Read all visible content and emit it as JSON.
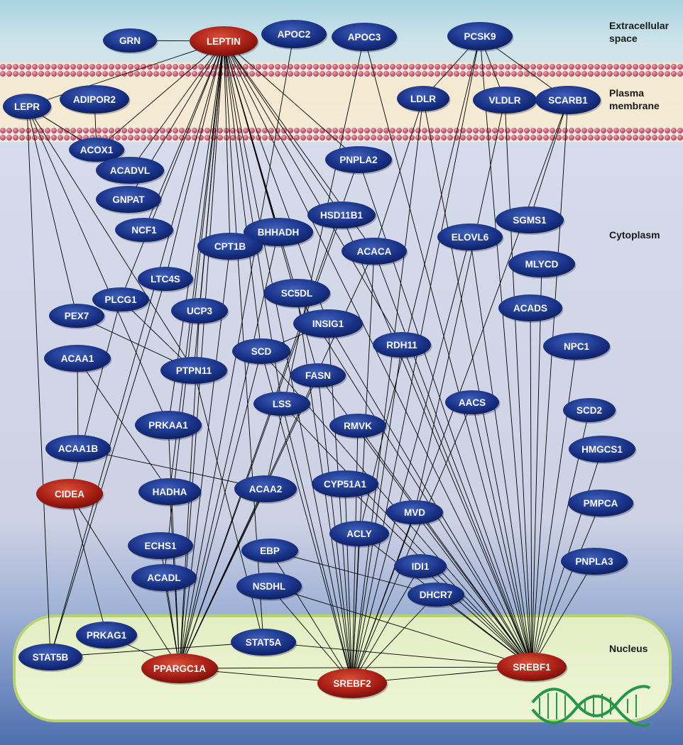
{
  "compartments": {
    "extracellular": [
      "Extracellular",
      "space"
    ],
    "plasma_membrane": [
      "Plasma",
      "membrane"
    ],
    "cytoplasm": [
      "Cytoplasm"
    ],
    "nucleus": [
      "Nucleus"
    ]
  },
  "colors": {
    "blue_node": "#16307f",
    "red_node": "#a01c14",
    "edge": "#000000",
    "membrane_head": "#c0506e",
    "nucleus_fill": "#e6f0c6",
    "nucleus_border": "#b2cf6a",
    "dna": "#239647"
  },
  "nodes": [
    {
      "id": "GRN",
      "label": "GRN",
      "type": "blue"
    },
    {
      "id": "LEPTIN",
      "label": "LEPTIN",
      "type": "red"
    },
    {
      "id": "APOC2",
      "label": "APOC2",
      "type": "blue"
    },
    {
      "id": "APOC3",
      "label": "APOC3",
      "type": "blue"
    },
    {
      "id": "PCSK9",
      "label": "PCSK9",
      "type": "blue"
    },
    {
      "id": "LEPR",
      "label": "LEPR",
      "type": "blue"
    },
    {
      "id": "ADIPOR2",
      "label": "ADIPOR2",
      "type": "blue"
    },
    {
      "id": "LDLR",
      "label": "LDLR",
      "type": "blue"
    },
    {
      "id": "VLDLR",
      "label": "VLDLR",
      "type": "blue"
    },
    {
      "id": "SCARB1",
      "label": "SCARB1",
      "type": "blue"
    },
    {
      "id": "ACOX1",
      "label": "ACOX1",
      "type": "blue"
    },
    {
      "id": "ACADVL",
      "label": "ACADVL",
      "type": "blue"
    },
    {
      "id": "PNPLA2",
      "label": "PNPLA2",
      "type": "blue"
    },
    {
      "id": "GNPAT",
      "label": "GNPAT",
      "type": "blue"
    },
    {
      "id": "HSD11B1",
      "label": "HSD11B1",
      "type": "blue"
    },
    {
      "id": "SGMS1",
      "label": "SGMS1",
      "type": "blue"
    },
    {
      "id": "NCF1",
      "label": "NCF1",
      "type": "blue"
    },
    {
      "id": "BHHADH",
      "label": "BHHADH",
      "type": "blue"
    },
    {
      "id": "ELOVL6",
      "label": "ELOVL6",
      "type": "blue"
    },
    {
      "id": "CPT1B",
      "label": "CPT1B",
      "type": "blue"
    },
    {
      "id": "ACACA",
      "label": "ACACA",
      "type": "blue"
    },
    {
      "id": "MLYCD",
      "label": "MLYCD",
      "type": "blue"
    },
    {
      "id": "LTC4S",
      "label": "LTC4S",
      "type": "blue"
    },
    {
      "id": "PLCG1",
      "label": "PLCG1",
      "type": "blue"
    },
    {
      "id": "SC5DL",
      "label": "SC5DL",
      "type": "blue"
    },
    {
      "id": "ACADS",
      "label": "ACADS",
      "type": "blue"
    },
    {
      "id": "PEX7",
      "label": "PEX7",
      "type": "blue"
    },
    {
      "id": "UCP3",
      "label": "UCP3",
      "type": "blue"
    },
    {
      "id": "INSIG1",
      "label": "INSIG1",
      "type": "blue"
    },
    {
      "id": "RDH11",
      "label": "RDH11",
      "type": "blue"
    },
    {
      "id": "NPC1",
      "label": "NPC1",
      "type": "blue"
    },
    {
      "id": "SCD",
      "label": "SCD",
      "type": "blue"
    },
    {
      "id": "ACAA1",
      "label": "ACAA1",
      "type": "blue"
    },
    {
      "id": "PTPN11",
      "label": "PTPN11",
      "type": "blue"
    },
    {
      "id": "FASN",
      "label": "FASN",
      "type": "blue"
    },
    {
      "id": "LSS",
      "label": "LSS",
      "type": "blue"
    },
    {
      "id": "AACS",
      "label": "AACS",
      "type": "blue"
    },
    {
      "id": "SCD2",
      "label": "SCD2",
      "type": "blue"
    },
    {
      "id": "PRKAA1",
      "label": "PRKAA1",
      "type": "blue"
    },
    {
      "id": "RMVK",
      "label": "RMVK",
      "type": "blue"
    },
    {
      "id": "ACAA1B",
      "label": "ACAA1B",
      "type": "blue"
    },
    {
      "id": "HMGCS1",
      "label": "HMGCS1",
      "type": "blue"
    },
    {
      "id": "CIDEA",
      "label": "CIDEA",
      "type": "red"
    },
    {
      "id": "HADHA",
      "label": "HADHA",
      "type": "blue"
    },
    {
      "id": "ACAA2",
      "label": "ACAA2",
      "type": "blue"
    },
    {
      "id": "CYP51A1",
      "label": "CYP51A1",
      "type": "blue"
    },
    {
      "id": "PMPCA",
      "label": "PMPCA",
      "type": "blue"
    },
    {
      "id": "MVD",
      "label": "MVD",
      "type": "blue"
    },
    {
      "id": "ACLY",
      "label": "ACLY",
      "type": "blue"
    },
    {
      "id": "ECHS1",
      "label": "ECHS1",
      "type": "blue"
    },
    {
      "id": "EBP",
      "label": "EBP",
      "type": "blue"
    },
    {
      "id": "PNPLA3",
      "label": "PNPLA3",
      "type": "blue"
    },
    {
      "id": "IDI1",
      "label": "IDI1",
      "type": "blue"
    },
    {
      "id": "ACADL",
      "label": "ACADL",
      "type": "blue"
    },
    {
      "id": "NSDHL",
      "label": "NSDHL",
      "type": "blue"
    },
    {
      "id": "DHCR7",
      "label": "DHCR7",
      "type": "blue"
    },
    {
      "id": "PRKAG1",
      "label": "PRKAG1",
      "type": "blue"
    },
    {
      "id": "STAT5A",
      "label": "STAT5A",
      "type": "blue"
    },
    {
      "id": "STAT5B",
      "label": "STAT5B",
      "type": "blue"
    },
    {
      "id": "PPARGC1A",
      "label": "PPARGC1A",
      "type": "red"
    },
    {
      "id": "SREBF2",
      "label": "SREBF2",
      "type": "red"
    },
    {
      "id": "SREBF1",
      "label": "SREBF1",
      "type": "red"
    }
  ],
  "edges": [
    [
      "GRN",
      "LEPTIN"
    ],
    [
      "LEPTIN",
      "LEPR"
    ],
    [
      "LEPTIN",
      "ACOX1"
    ],
    [
      "LEPTIN",
      "ACADVL"
    ],
    [
      "LEPTIN",
      "GNPAT"
    ],
    [
      "LEPTIN",
      "NCF1"
    ],
    [
      "LEPTIN",
      "CPT1B"
    ],
    [
      "LEPTIN",
      "BHHADH"
    ],
    [
      "LEPTIN",
      "LTC4S"
    ],
    [
      "LEPTIN",
      "UCP3"
    ],
    [
      "LEPTIN",
      "PTPN11"
    ],
    [
      "LEPTIN",
      "SCD"
    ],
    [
      "LEPTIN",
      "SC5DL"
    ],
    [
      "LEPTIN",
      "HSD11B1"
    ],
    [
      "LEPTIN",
      "PNPLA2"
    ],
    [
      "LEPTIN",
      "INSIG1"
    ],
    [
      "LEPTIN",
      "FASN"
    ],
    [
      "LEPTIN",
      "ACACA"
    ],
    [
      "LEPTIN",
      "RDH11"
    ],
    [
      "LEPTIN",
      "STAT5A"
    ],
    [
      "LEPTIN",
      "STAT5B"
    ],
    [
      "LEPTIN",
      "PPARGC1A"
    ],
    [
      "LEPTIN",
      "HADHA"
    ],
    [
      "LEPTIN",
      "LSS"
    ],
    [
      "LEPTIN",
      "PRKAA1"
    ],
    [
      "LEPTIN",
      "SREBF2"
    ],
    [
      "LEPTIN",
      "SREBF1"
    ],
    [
      "LEPTIN",
      "ACADL"
    ],
    [
      "LEPTIN",
      "PLCG1"
    ],
    [
      "APOC2",
      "PPARGC1A"
    ],
    [
      "APOC3",
      "SREBF1"
    ],
    [
      "APOC3",
      "ACAA2"
    ],
    [
      "PCSK9",
      "LDLR"
    ],
    [
      "PCSK9",
      "VLDLR"
    ],
    [
      "PCSK9",
      "SCARB1"
    ],
    [
      "PCSK9",
      "SREBF2"
    ],
    [
      "PCSK9",
      "SREBF1"
    ],
    [
      "PCSK9",
      "ACLY"
    ],
    [
      "LEPR",
      "ACOX1"
    ],
    [
      "LEPR",
      "PTPN11"
    ],
    [
      "LEPR",
      "STAT5B"
    ],
    [
      "LEPR",
      "PEX7"
    ],
    [
      "LEPR",
      "ACADVL"
    ],
    [
      "LEPR",
      "PRKAA1"
    ],
    [
      "ADIPOR2",
      "ACOX1"
    ],
    [
      "LDLR",
      "SREBF2"
    ],
    [
      "LDLR",
      "SREBF1"
    ],
    [
      "LDLR",
      "ACACA"
    ],
    [
      "VLDLR",
      "SREBF1"
    ],
    [
      "VLDLR",
      "MVD"
    ],
    [
      "SCARB1",
      "SREBF1"
    ],
    [
      "SCARB1",
      "SGMS1"
    ],
    [
      "SCARB1",
      "SREBF2"
    ],
    [
      "PNPLA2",
      "PPARGC1A"
    ],
    [
      "PNPLA2",
      "SREBF1"
    ],
    [
      "HSD11B1",
      "SREBF1"
    ],
    [
      "HSD11B1",
      "PPARGC1A"
    ],
    [
      "ELOVL6",
      "SREBF1"
    ],
    [
      "ELOVL6",
      "SREBF2"
    ],
    [
      "ACACA",
      "SREBF1"
    ],
    [
      "ACACA",
      "SREBF2"
    ],
    [
      "ACACA",
      "PPARGC1A"
    ],
    [
      "MLYCD",
      "SREBF1"
    ],
    [
      "ACADS",
      "SREBF1"
    ],
    [
      "NPC1",
      "SREBF1"
    ],
    [
      "SCD2",
      "SREBF1"
    ],
    [
      "HMGCS1",
      "SREBF1"
    ],
    [
      "PMPCA",
      "SREBF1"
    ],
    [
      "PNPLA3",
      "SREBF1"
    ],
    [
      "INSIG1",
      "SREBF1"
    ],
    [
      "INSIG1",
      "SREBF2"
    ],
    [
      "INSIG1",
      "SCD"
    ],
    [
      "RDH11",
      "SREBF1"
    ],
    [
      "RDH11",
      "SREBF2"
    ],
    [
      "SCD",
      "SREBF1"
    ],
    [
      "SCD",
      "SREBF2"
    ],
    [
      "SCD",
      "PPARGC1A"
    ],
    [
      "FASN",
      "SREBF1"
    ],
    [
      "FASN",
      "SREBF2"
    ],
    [
      "FASN",
      "PPARGC1A"
    ],
    [
      "LSS",
      "SREBF1"
    ],
    [
      "LSS",
      "SREBF2"
    ],
    [
      "AACS",
      "SREBF1"
    ],
    [
      "AACS",
      "SREBF2"
    ],
    [
      "RMVK",
      "SREBF1"
    ],
    [
      "RMVK",
      "SREBF2"
    ],
    [
      "CYP51A1",
      "SREBF1"
    ],
    [
      "CYP51A1",
      "SREBF2"
    ],
    [
      "MVD",
      "SREBF1"
    ],
    [
      "MVD",
      "SREBF2"
    ],
    [
      "ACLY",
      "SREBF1"
    ],
    [
      "ACLY",
      "SREBF2"
    ],
    [
      "IDI1",
      "SREBF1"
    ],
    [
      "IDI1",
      "SREBF2"
    ],
    [
      "DHCR7",
      "SREBF1"
    ],
    [
      "DHCR7",
      "SREBF2"
    ],
    [
      "EBP",
      "SREBF2"
    ],
    [
      "EBP",
      "DHCR7"
    ],
    [
      "NSDHL",
      "SREBF2"
    ],
    [
      "NSDHL",
      "SREBF1"
    ],
    [
      "SC5DL",
      "SREBF2"
    ],
    [
      "SC5DL",
      "SREBF1"
    ],
    [
      "ACAA1",
      "ACAA1B"
    ],
    [
      "ACAA1",
      "HADHA"
    ],
    [
      "ACAA1B",
      "ACAA2"
    ],
    [
      "CIDEA",
      "PPARGC1A"
    ],
    [
      "CIDEA",
      "PRKAG1"
    ],
    [
      "CIDEA",
      "PLCG1"
    ],
    [
      "HADHA",
      "PPARGC1A"
    ],
    [
      "ACAA2",
      "PPARGC1A"
    ],
    [
      "ECHS1",
      "PPARGC1A"
    ],
    [
      "ACADL",
      "PPARGC1A"
    ],
    [
      "PRKAA1",
      "PPARGC1A"
    ],
    [
      "PRKAG1",
      "PPARGC1A"
    ],
    [
      "UCP3",
      "PPARGC1A"
    ],
    [
      "CPT1B",
      "PPARGC1A"
    ],
    [
      "BHHADH",
      "PPARGC1A"
    ],
    [
      "PTPN11",
      "STAT5A"
    ],
    [
      "LTC4S",
      "STAT5B"
    ],
    [
      "STAT5A",
      "STAT5B"
    ],
    [
      "STAT5A",
      "SREBF1"
    ],
    [
      "PPARGC1A",
      "SREBF2"
    ],
    [
      "PPARGC1A",
      "SREBF1"
    ],
    [
      "SREBF2",
      "SREBF1"
    ],
    [
      "PLCG1",
      "PTPN11"
    ],
    [
      "PEX7",
      "PTPN11"
    ]
  ]
}
